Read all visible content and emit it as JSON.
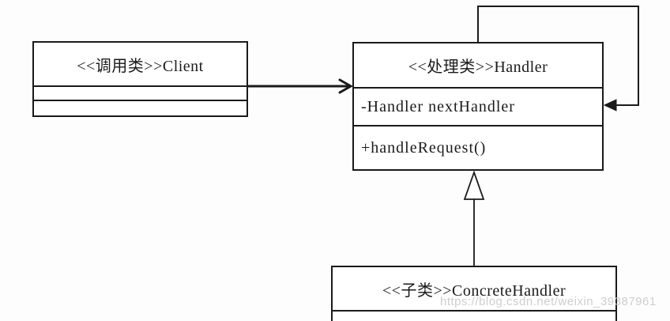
{
  "diagram_type": "uml-class-diagram",
  "classes": {
    "client": {
      "title": "<<调用类>>Client",
      "attributes": [],
      "methods": []
    },
    "handler": {
      "title": "<<处理类>>Handler",
      "attribute": "-Handler nextHandler",
      "method": "+handleRequest()"
    },
    "concrete_handler": {
      "title": "<<子类>>ConcreteHandler"
    }
  },
  "relations": [
    {
      "from": "Client",
      "to": "Handler",
      "type": "association"
    },
    {
      "from": "Handler",
      "to": "Handler",
      "type": "self-association"
    },
    {
      "from": "ConcreteHandler",
      "to": "Handler",
      "type": "generalization"
    }
  ],
  "watermark": {
    "text": "https://blog.csdn.net/weixin_39387961"
  },
  "colors": {
    "line": "#1a1a1a",
    "background": "#fdfdfd",
    "watermark": "#c9c9c9"
  }
}
